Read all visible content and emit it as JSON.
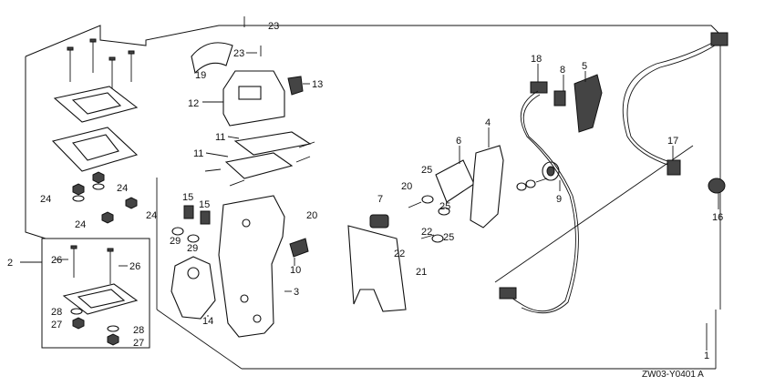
{
  "diagram_code": "ZW03-Y0401 A",
  "callouts": {
    "c1": "1",
    "c2": "2",
    "c3": "3",
    "c4": "4",
    "c5": "5",
    "c6": "6",
    "c7": "7",
    "c8": "8",
    "c9": "9",
    "c10": "10",
    "c11a": "11",
    "c11b": "11",
    "c12": "12",
    "c13": "13",
    "c14": "14",
    "c15a": "15",
    "c15b": "15",
    "c16": "16",
    "c17": "17",
    "c18": "18",
    "c19": "19",
    "c20a": "20",
    "c20b": "20",
    "c21": "21",
    "c22a": "22",
    "c22b": "22",
    "c23a": "23",
    "c23b": "23",
    "c24a": "24",
    "c24b": "24",
    "c24c": "24",
    "c24d": "24",
    "c25a": "25",
    "c25b": "25",
    "c25c": "25",
    "c26a": "26",
    "c26b": "26",
    "c27a": "27",
    "c27b": "27",
    "c28a": "28",
    "c28b": "28",
    "c29a": "29",
    "c29b": "29"
  },
  "icons": [
    "bolt-icon",
    "nut-icon",
    "washer-icon",
    "plug-icon",
    "clip-icon"
  ]
}
